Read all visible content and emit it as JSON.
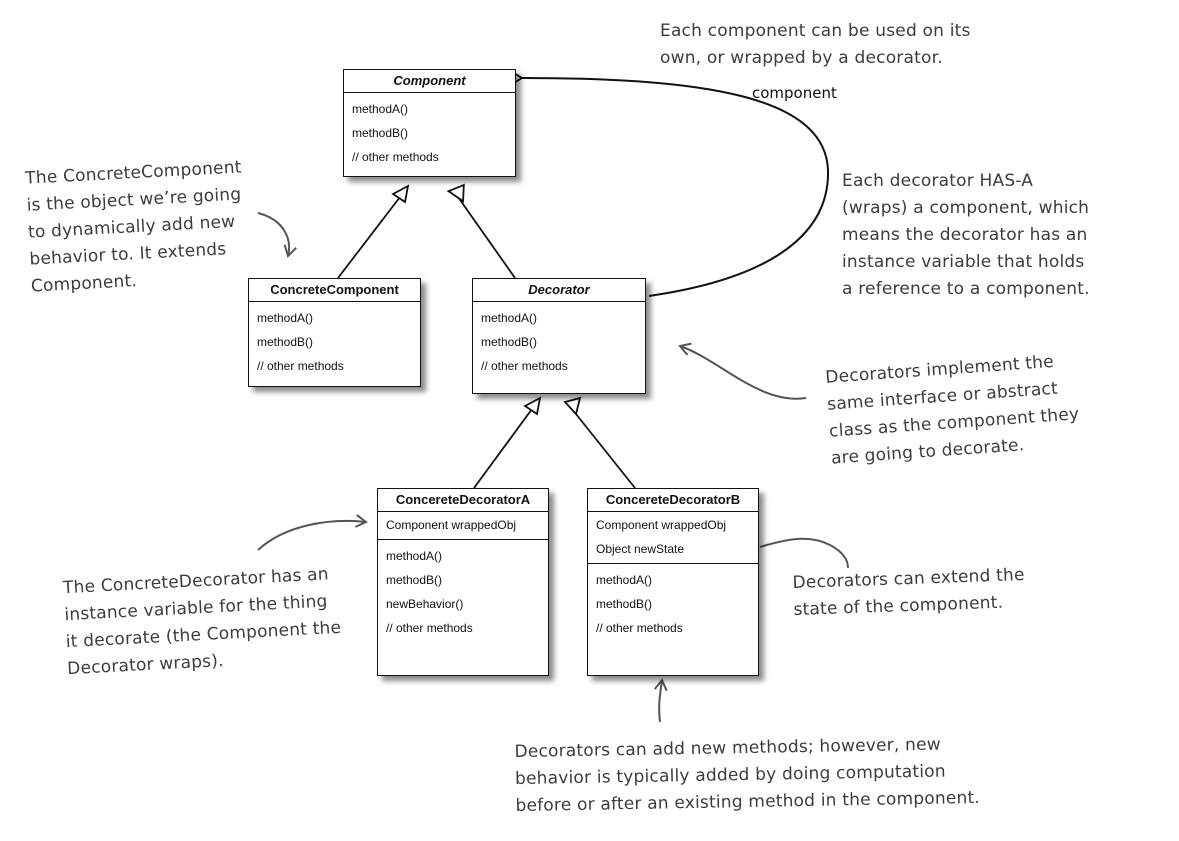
{
  "classes": {
    "component": {
      "title": "Component",
      "methods": [
        "methodA()",
        "methodB()",
        "// other methods"
      ]
    },
    "concrete_component": {
      "title": "ConcreteComponent",
      "methods": [
        "methodA()",
        "methodB()",
        "// other methods"
      ]
    },
    "decorator": {
      "title": "Decorator",
      "methods": [
        "methodA()",
        "methodB()",
        "// other methods"
      ]
    },
    "decorator_a": {
      "title": "ConcereteDecoratorA",
      "fields": [
        "Component wrappedObj"
      ],
      "methods": [
        "methodA()",
        "methodB()",
        "newBehavior()",
        "// other methods"
      ]
    },
    "decorator_b": {
      "title": "ConcereteDecoratorB",
      "fields": [
        "Component wrappedObj",
        "Object newState"
      ],
      "methods": [
        "methodA()",
        "methodB()",
        "// other methods"
      ]
    }
  },
  "association_label": "component",
  "notes": {
    "component_usage": [
      "Each component can be used on its",
      "own, or wrapped by a decorator."
    ],
    "has_a": [
      "Each decorator HAS-A",
      "(wraps) a component, which",
      "means the decorator has an",
      "instance variable that holds",
      "a reference to a component."
    ],
    "concrete_component": [
      "The ConcreteComponent",
      "is the object we’re going",
      "to dynamically add new",
      "behavior to. It extends",
      "Component."
    ],
    "implement_interface": [
      "Decorators implement the",
      "same interface or abstract",
      "class as the component they",
      "are going to decorate."
    ],
    "concrete_decorator": [
      "The ConcreteDecorator has an",
      "instance variable for the thing",
      "it decorate (the Component the",
      "Decorator wraps)."
    ],
    "extend_state": [
      "Decorators can extend the",
      "state of the component."
    ],
    "new_methods": [
      "Decorators can add new methods; however, new",
      "behavior is typically added by doing computation",
      "before or after an existing method in the component."
    ]
  }
}
